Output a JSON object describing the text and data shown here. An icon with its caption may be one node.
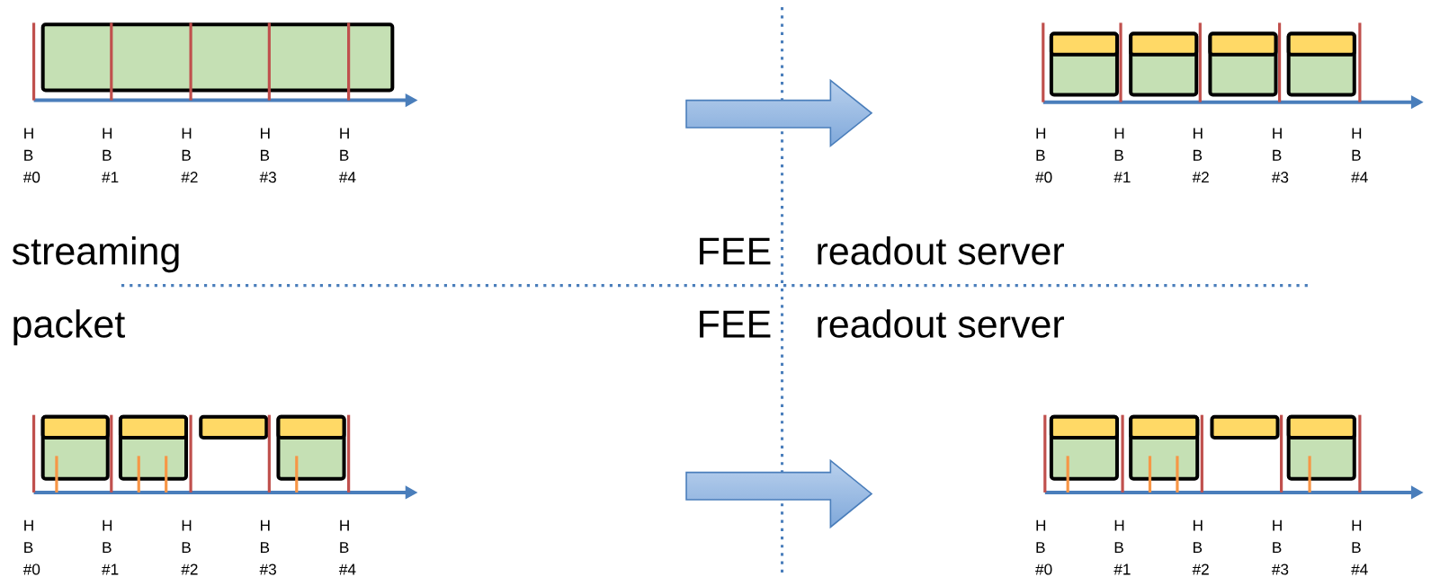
{
  "diagram": {
    "nodes": [
      {
        "text": [],
        "shape": "box"
      },
      {
        "text": [],
        "shape": "box"
      },
      {
        "text": [],
        "shape": "bar",
        "in": 1
      },
      {
        "text": [],
        "shape": "box"
      },
      {
        "text": [],
        "shape": "bar",
        "in": 3
      },
      {
        "text": [],
        "shape": "box"
      },
      {
        "text": [],
        "shape": "bar",
        "in": 5
      },
      {
        "text": [],
        "shape": "box"
      },
      {
        "text": [],
        "shape": "bar",
        "in": 7
      },
      {
        "text": [],
        "shape": "box"
      },
      {
        "text": [],
        "shape": "bar",
        "in": 9
      },
      {
        "text": [],
        "shape": "box"
      },
      {
        "text": [],
        "shape": "bar",
        "in": 11
      },
      {
        "text": [],
        "shape": "bar"
      },
      {
        "text": [],
        "shape": "box"
      },
      {
        "text": [],
        "shape": "bar",
        "in": 14
      },
      {
        "text": [],
        "shape": "box"
      },
      {
        "text": [],
        "shape": "bar",
        "in": 16
      },
      {
        "text": [],
        "shape": "box"
      },
      {
        "text": [],
        "shape": "bar",
        "in": 18
      },
      {
        "text": [],
        "shape": "bar"
      },
      {
        "text": [],
        "shape": "box"
      },
      {
        "text": [],
        "shape": "bar",
        "in": 21
      }
    ],
    "labels": [
      "H B #0",
      "H B #1",
      "H B #2",
      "H B #3",
      "H B #4",
      "H B #0",
      "H B #1",
      "H B #2",
      "H B #3",
      "H B #4",
      "streaming",
      "FEE",
      "readout server",
      "packet",
      "FEE",
      "readout server",
      "H B #0",
      "H B #1",
      "H B #2",
      "H B #3",
      "H B #4",
      "H B #0",
      "H B #1",
      "H B #2",
      "H B #3",
      "H B #4"
    ]
  }
}
